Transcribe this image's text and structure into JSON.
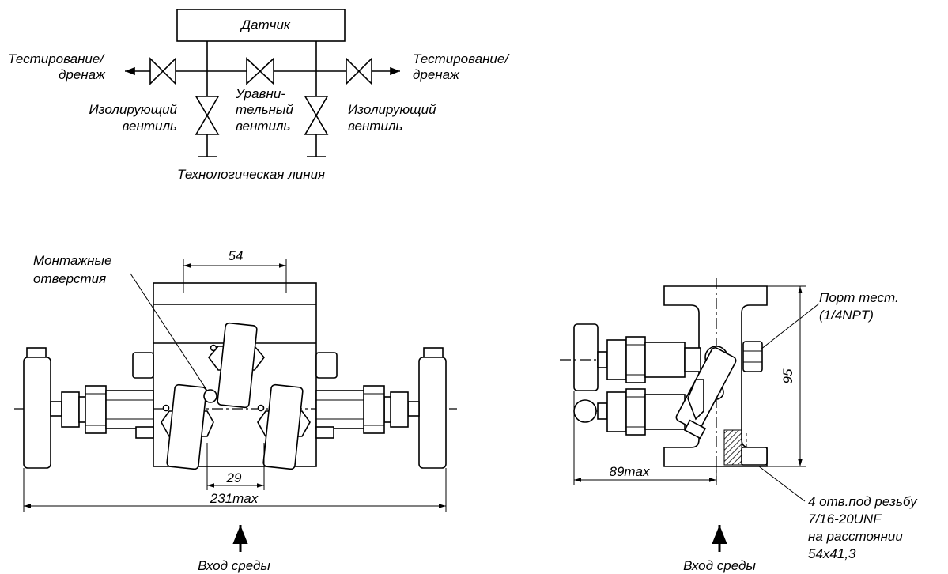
{
  "schematic": {
    "sensor": "Датчик",
    "test_drain_left_1": "Тестирование/",
    "test_drain_left_2": "дренаж",
    "test_drain_right_1": "Тестирование/",
    "test_drain_right_2": "дренаж",
    "isolating_left_1": "Изолирующий",
    "isolating_left_2": "вентиль",
    "equalizing_1": "Уравни-",
    "equalizing_2": "тельный",
    "equalizing_3": "вентиль",
    "isolating_right_1": "Изолирующий",
    "isolating_right_2": "вентиль",
    "process_line": "Технологическая линия"
  },
  "front_view": {
    "mounting_holes_1": "Монтажные",
    "mounting_holes_2": "отверстия",
    "dim_top": "54",
    "dim_bottom": "29",
    "dim_overall": "231max",
    "media_inlet": "Вход среды"
  },
  "side_view": {
    "test_port_1": "Порт тест.",
    "test_port_2": "(1/4NPT)",
    "dim_height": "95",
    "dim_depth": "89max",
    "holes_note_1": "4 отв.под резьбу",
    "holes_note_2": "7/16-20UNF",
    "holes_note_3": "на расстоянии",
    "holes_note_4": "54x41,3",
    "media_inlet": "Вход среды"
  }
}
